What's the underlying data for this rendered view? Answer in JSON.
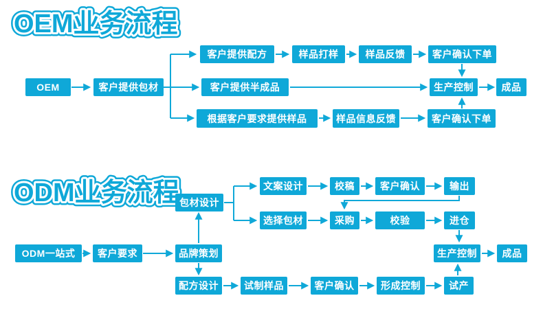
{
  "colors": {
    "accent": "#0fa8d8",
    "box_text": "#ffffff",
    "background": "#ffffff"
  },
  "oem": {
    "title": "OEM业务流程",
    "nodes": {
      "start": "OEM",
      "provide_packaging": "客户提供包材",
      "provide_formula": "客户提供配方",
      "sample_making": "样品打样",
      "sample_feedback": "样品反馈",
      "confirm_order_top": "客户确认下单",
      "provide_semifinished": "客户提供半成品",
      "production_control": "生产控制",
      "finished_product": "成品",
      "provide_samples_on_request": "根据客户要求提供样品",
      "sample_info_feedback": "样品信息反馈",
      "confirm_order_bottom": "客户确认下单"
    }
  },
  "odm": {
    "title": "ODM业务流程",
    "nodes": {
      "start": "ODM一站式",
      "customer_requirements": "客户要求",
      "brand_planning": "品牌策划",
      "packaging_design": "包材设计",
      "copy_design": "文案设计",
      "proofreading": "校稿",
      "customer_confirm_copy": "客户确认",
      "output": "输出",
      "select_packaging": "选择包材",
      "purchasing": "采购",
      "verification": "校验",
      "warehousing": "进仓",
      "formula_design": "配方设计",
      "trial_samples": "试制样品",
      "customer_confirm_formula": "客户确认",
      "forming_control": "形成控制",
      "trial_production": "试产",
      "production_control": "生产控制",
      "finished_product": "成品"
    }
  }
}
